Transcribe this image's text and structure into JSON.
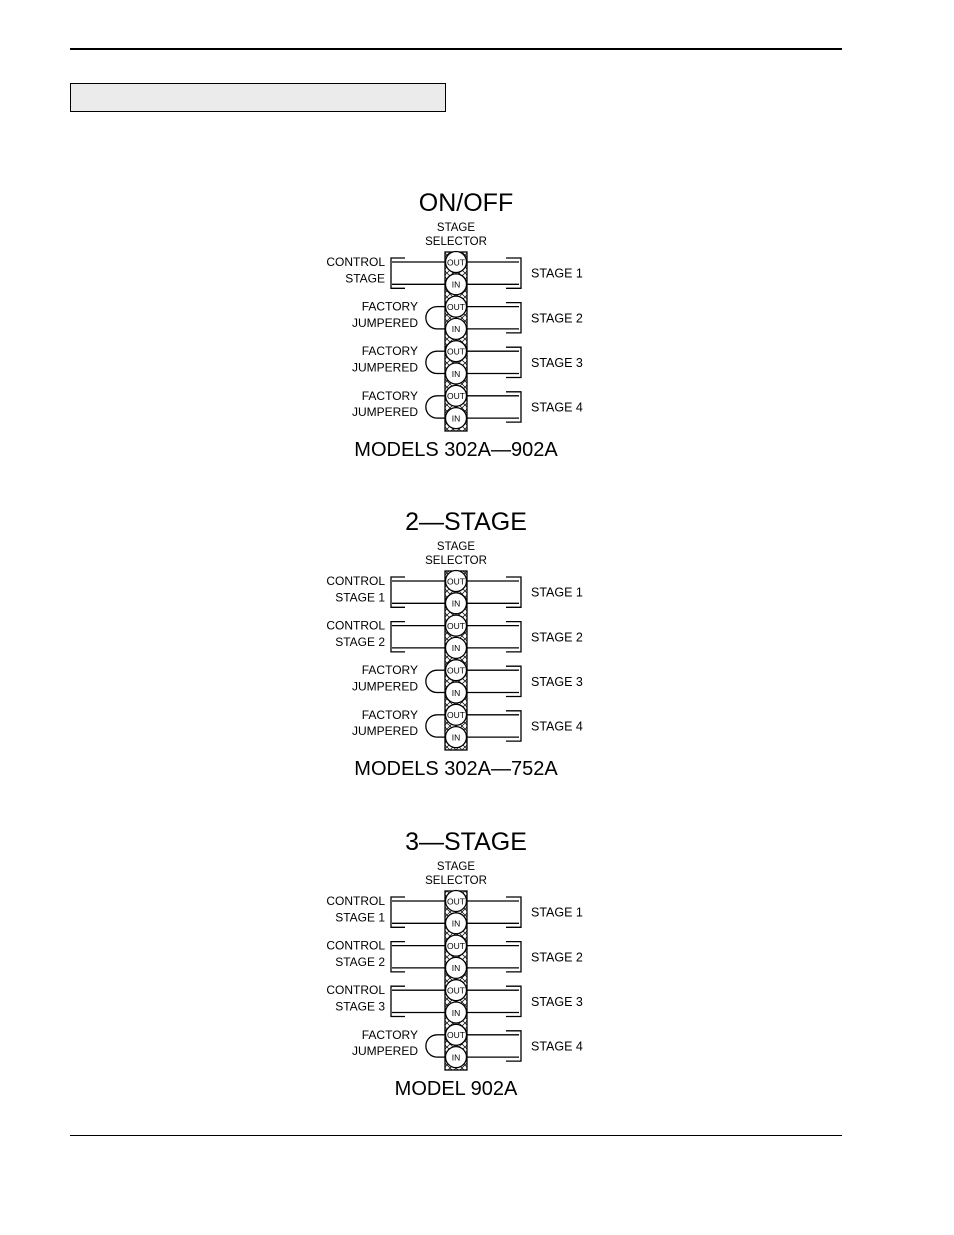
{
  "diagrams": [
    {
      "title": "ON/OFF",
      "selector_label": [
        "STAGE",
        "SELECTOR"
      ],
      "models": "MODELS 302A—902A",
      "rows": [
        {
          "stage": "STAGE 1",
          "left_type": "control",
          "left_label": [
            "CONTROL",
            "STAGE"
          ]
        },
        {
          "stage": "STAGE 2",
          "left_type": "jumper",
          "left_label": [
            "FACTORY",
            "JUMPERED"
          ]
        },
        {
          "stage": "STAGE 3",
          "left_type": "jumper",
          "left_label": [
            "FACTORY",
            "JUMPERED"
          ]
        },
        {
          "stage": "STAGE 4",
          "left_type": "jumper",
          "left_label": [
            "FACTORY",
            "JUMPERED"
          ]
        }
      ]
    },
    {
      "title": "2—STAGE",
      "selector_label": [
        "STAGE",
        "SELECTOR"
      ],
      "models": "MODELS 302A—752A",
      "rows": [
        {
          "stage": "STAGE 1",
          "left_type": "control",
          "left_label": [
            "CONTROL",
            "STAGE 1"
          ]
        },
        {
          "stage": "STAGE 2",
          "left_type": "control",
          "left_label": [
            "CONTROL",
            "STAGE 2"
          ]
        },
        {
          "stage": "STAGE 3",
          "left_type": "jumper",
          "left_label": [
            "FACTORY",
            "JUMPERED"
          ]
        },
        {
          "stage": "STAGE 4",
          "left_type": "jumper",
          "left_label": [
            "FACTORY",
            "JUMPERED"
          ]
        }
      ]
    },
    {
      "title": "3—STAGE",
      "selector_label": [
        "STAGE",
        "SELECTOR"
      ],
      "models": "MODEL 902A",
      "rows": [
        {
          "stage": "STAGE 1",
          "left_type": "control",
          "left_label": [
            "CONTROL",
            "STAGE 1"
          ]
        },
        {
          "stage": "STAGE 2",
          "left_type": "control",
          "left_label": [
            "CONTROL",
            "STAGE 2"
          ]
        },
        {
          "stage": "STAGE 3",
          "left_type": "control",
          "left_label": [
            "CONTROL",
            "STAGE 3"
          ]
        },
        {
          "stage": "STAGE 4",
          "left_type": "jumper",
          "left_label": [
            "FACTORY",
            "JUMPERED"
          ]
        }
      ]
    }
  ],
  "terminal_labels": {
    "out": "OUT",
    "in": "IN"
  }
}
